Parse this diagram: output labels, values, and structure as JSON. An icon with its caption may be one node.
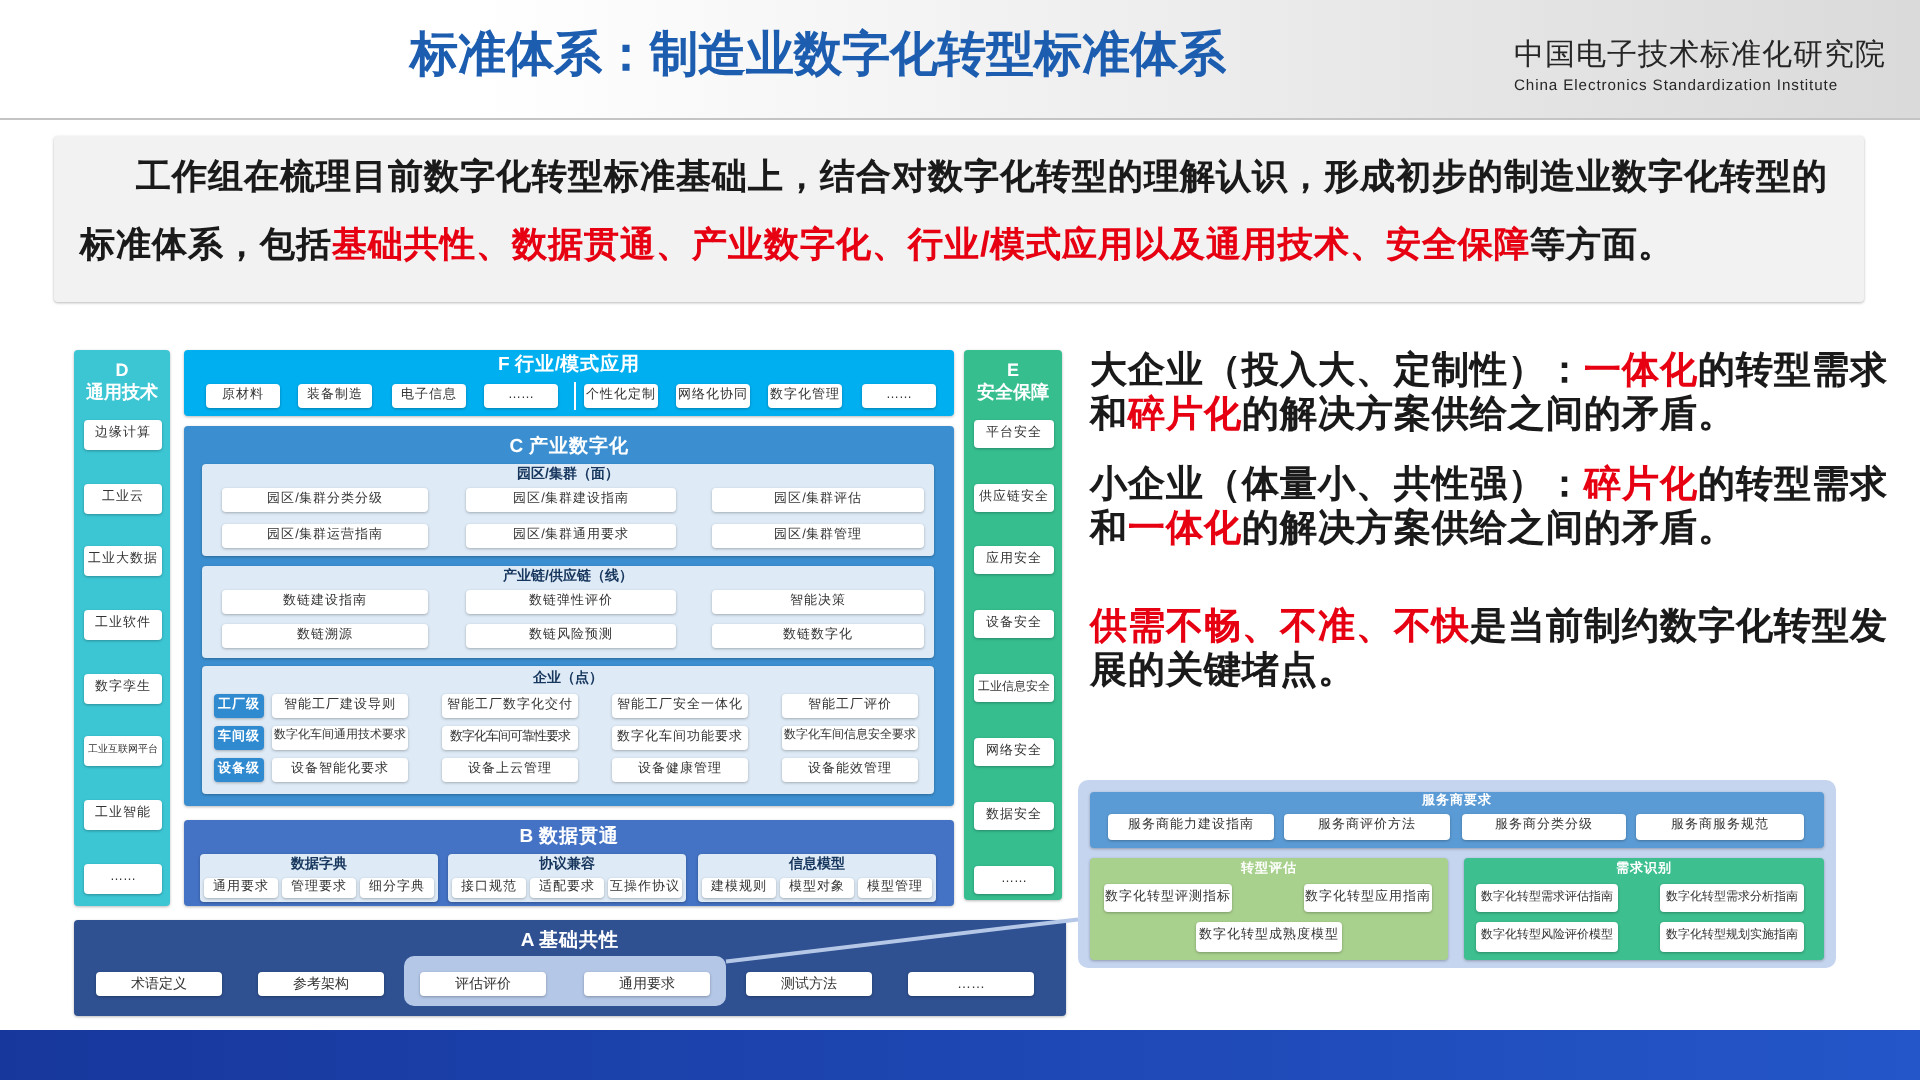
{
  "diagram": {
    "title": "标准体系：制造业数字化转型标准体系",
    "nodes": [
      {
        "text": [
          "工作组在梳理目前数字化转型标准基础上，结合对数字化转型的理解认识，形成初步的制造业数字化转型的标准体系，包括**基础共性、数据贯通、产业数字化、行业/模式应用以及通用技术、安全保障**等方面。"
        ]
      },
      {
        "text": [
          "D 通用技术"
        ]
      },
      {
        "text": [
          "边缘计算"
        ],
        "in": 1
      },
      {
        "text": [
          "工业云"
        ],
        "in": 1
      },
      {
        "text": [
          "工业大数据"
        ],
        "in": 1
      },
      {
        "text": [
          "工业软件"
        ],
        "in": 1
      },
      {
        "text": [
          "数字孪生"
        ],
        "in": 1
      },
      {
        "text": [
          "工业互联网平台"
        ],
        "in": 1
      },
      {
        "text": [
          "工业智能"
        ],
        "in": 1
      },
      {
        "text": [
          "……"
        ],
        "in": 1
      },
      {
        "text": [
          "F 行业/模式应用"
        ]
      },
      {
        "text": [
          "原材料"
        ],
        "in": 10
      },
      {
        "text": [
          "装备制造"
        ],
        "in": 10
      },
      {
        "text": [
          "电子信息"
        ],
        "in": 10
      },
      {
        "text": [
          "……"
        ],
        "in": 10
      },
      {
        "text": [
          "个性化定制"
        ],
        "in": 10
      },
      {
        "text": [
          "网络化协同"
        ],
        "in": 10
      },
      {
        "text": [
          "数字化管理"
        ],
        "in": 10
      },
      {
        "text": [
          "……"
        ],
        "in": 10
      },
      {
        "text": [
          "C 产业数字化"
        ]
      },
      {
        "text": [
          "园区/集群（面）"
        ],
        "in": 19
      },
      {
        "text": [
          "园区/集群分类分级"
        ],
        "in": 20
      },
      {
        "text": [
          "园区/集群建设指南"
        ],
        "in": 20
      },
      {
        "text": [
          "园区/集群评估"
        ],
        "in": 20
      },
      {
        "text": [
          "园区/集群运营指南"
        ],
        "in": 20
      },
      {
        "text": [
          "园区/集群通用要求"
        ],
        "in": 20
      },
      {
        "text": [
          "园区/集群管理"
        ],
        "in": 20
      },
      {
        "text": [
          "产业链/供应链（线）"
        ],
        "in": 19
      },
      {
        "text": [
          "数链建设指南"
        ],
        "in": 27
      },
      {
        "text": [
          "数链弹性评价"
        ],
        "in": 27
      },
      {
        "text": [
          "智能决策"
        ],
        "in": 27
      },
      {
        "text": [
          "数链溯源"
        ],
        "in": 27
      },
      {
        "text": [
          "数链风险预测"
        ],
        "in": 27
      },
      {
        "text": [
          "数链数字化"
        ],
        "in": 27
      },
      {
        "text": [
          "企业（点）"
        ],
        "in": 19
      },
      {
        "text": [
          "工厂级"
        ],
        "in": 34
      },
      {
        "text": [
          "智能工厂建设导则"
        ],
        "in": 34
      },
      {
        "text": [
          "智能工厂数字化交付"
        ],
        "in": 34
      },
      {
        "text": [
          "智能工厂安全一体化"
        ],
        "in": 34
      },
      {
        "text": [
          "智能工厂评价"
        ],
        "in": 34
      },
      {
        "text": [
          "车间级"
        ],
        "in": 34
      },
      {
        "text": [
          "数字化车间通用技术要求"
        ],
        "in": 34
      },
      {
        "text": [
          "数字化车间可靠性要求"
        ],
        "in": 34
      },
      {
        "text": [
          "数字化车间功能要求"
        ],
        "in": 34
      },
      {
        "text": [
          "数字化车间信息安全要求"
        ],
        "in": 34
      },
      {
        "text": [
          "设备级"
        ],
        "in": 34
      },
      {
        "text": [
          "设备智能化要求"
        ],
        "in": 34
      },
      {
        "text": [
          "设备上云管理"
        ],
        "in": 34
      },
      {
        "text": [
          "设备健康管理"
        ],
        "in": 34
      },
      {
        "text": [
          "设备能效管理"
        ],
        "in": 34
      },
      {
        "text": [
          "B 数据贯通"
        ]
      },
      {
        "text": [
          "数据字典"
        ],
        "in": 50
      },
      {
        "text": [
          "通用要求"
        ],
        "in": 51
      },
      {
        "text": [
          "管理要求"
        ],
        "in": 51
      },
      {
        "text": [
          "细分字典"
        ],
        "in": 51
      },
      {
        "text": [
          "协议兼容"
        ],
        "in": 50
      },
      {
        "text": [
          "接口规范"
        ],
        "in": 55
      },
      {
        "text": [
          "适配要求"
        ],
        "in": 55
      },
      {
        "text": [
          "互操作协议"
        ],
        "in": 55
      },
      {
        "text": [
          "信息模型"
        ],
        "in": 50
      },
      {
        "text": [
          "建模规则"
        ],
        "in": 59
      },
      {
        "text": [
          "模型对象"
        ],
        "in": 59
      },
      {
        "text": [
          "模型管理"
        ],
        "in": 59
      },
      {
        "text": [
          "E 安全保障"
        ]
      },
      {
        "text": [
          "平台安全"
        ],
        "in": 63
      },
      {
        "text": [
          "供应链安全"
        ],
        "in": 63
      },
      {
        "text": [
          "应用安全"
        ],
        "in": 63
      },
      {
        "text": [
          "设备安全"
        ],
        "in": 63
      },
      {
        "text": [
          "工业信息安全"
        ],
        "in": 63
      },
      {
        "text": [
          "网络安全"
        ],
        "in": 63
      },
      {
        "text": [
          "数据安全"
        ],
        "in": 63
      },
      {
        "text": [
          "……"
        ],
        "in": 63
      },
      {
        "text": [
          "A 基础共性"
        ]
      },
      {
        "text": [
          "术语定义"
        ],
        "in": 72
      },
      {
        "text": [
          "参考架构"
        ],
        "in": 72
      },
      {
        "text": [],
        "shape": "box",
        "in": 72
      },
      {
        "text": [
          "评估评价"
        ],
        "in": 75
      },
      {
        "text": [
          "通用要求"
        ],
        "in": 75
      },
      {
        "text": [
          "测试方法"
        ],
        "in": 72
      },
      {
        "text": [
          "……"
        ],
        "in": 72
      },
      {
        "text": [],
        "shape": "box"
      },
      {
        "text": [
          "服务商要求"
        ],
        "in": 80
      },
      {
        "text": [
          "服务商能力建设指南"
        ],
        "in": 81
      },
      {
        "text": [
          "服务商评价方法"
        ],
        "in": 81
      },
      {
        "text": [
          "服务商分类分级"
        ],
        "in": 81
      },
      {
        "text": [
          "服务商服务规范"
        ],
        "in": 81
      },
      {
        "text": [
          "转型评估"
        ],
        "in": 80
      },
      {
        "text": [
          "数字化转型评测指标"
        ],
        "in": 86
      },
      {
        "text": [
          "数字化转型应用指南"
        ],
        "in": 86
      },
      {
        "text": [
          "数字化转型成熟度模型"
        ],
        "in": 86
      },
      {
        "text": [
          "需求识别"
        ],
        "in": 80
      },
      {
        "text": [
          "数字化转型需求评估指南"
        ],
        "in": 90
      },
      {
        "text": [
          "数字化转型需求分析指南"
        ],
        "in": 90
      },
      {
        "text": [
          "数字化转型风险评价模型"
        ],
        "in": 90
      },
      {
        "text": [
          "数字化转型规划实施指南"
        ],
        "in": 90
      }
    ],
    "edges": [
      {
        "from": 75,
        "to": 80,
        "arrow": "none"
      }
    ],
    "labels": [
      "中国电子技术标准化研究院",
      "China Electronics Standardization Institute",
      "大企业（投入大、定制性）：**一体化**的转型需求和**碎片化**的解决方案供给之间的矛盾。",
      "小企业（体量小、共性强）：**碎片化**的转型需求和**一体化**的解决方案供给之间的矛盾。",
      "**供需不畅、不准、不快**是当前制约数字化转型发展的关键堵点。"
    ]
  }
}
